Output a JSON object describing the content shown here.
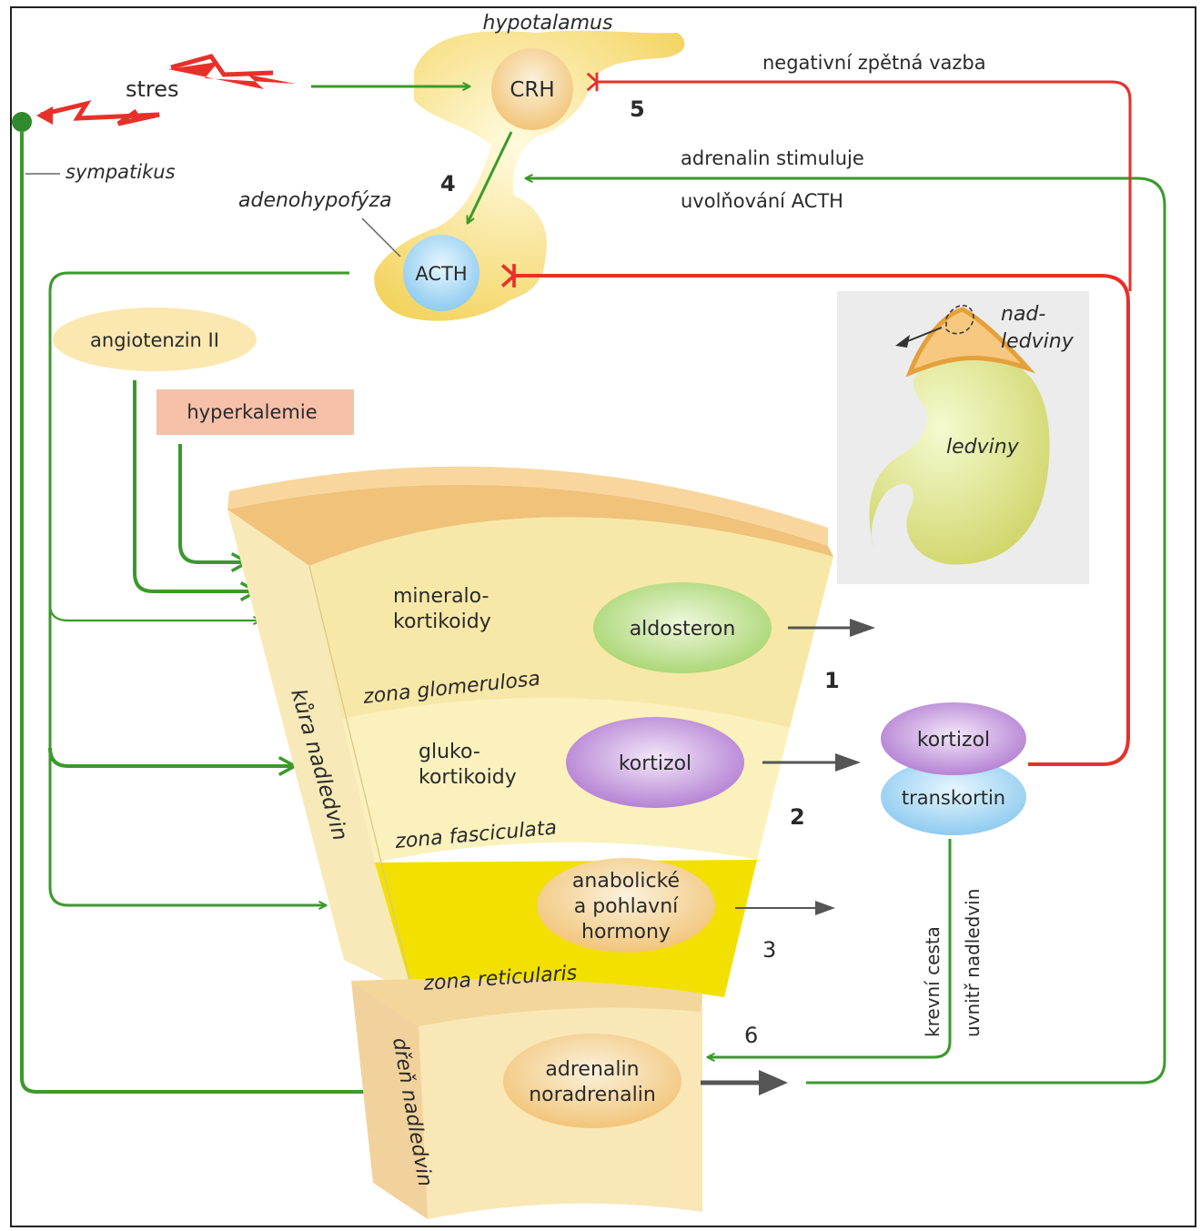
{
  "labels": {
    "hypotalamus": "hypotalamus",
    "crh": "CRH",
    "acth": "ACTH",
    "adenohypofyza": "adenohypofýza",
    "stres": "stres",
    "sympatikus": "sympatikus",
    "negativni": "negativní zpětná vazba",
    "adrenalin_line1": "adrenalin stimuluje",
    "adrenalin_line2": "uvolňování ACTH",
    "angiotenzin": "angiotenzin II",
    "hyperkalemie": "hyperkalemie",
    "nad_line1": "nad-",
    "nad_line2": "ledviny",
    "ledviny": "ledviny",
    "mineralo_line1": "mineralo-",
    "mineralo_line2": "kortikoidy",
    "aldosteron": "aldosteron",
    "zona_glomerulosa": "zona glomerulosa",
    "gluko_line1": "gluko-",
    "gluko_line2": "kortikoidy",
    "kortizol": "kortizol",
    "zona_fasciculata": "zona fasciculata",
    "anabolicke_line1": "anabolické",
    "anabolicke_line2": "a pohlavní",
    "anabolicke_line3": "hormony",
    "zona_reticularis": "zona reticularis",
    "kura": "kůra nadledvin",
    "dren": "dřeň nadledvin",
    "adrenalin_med_line1": "adrenalin",
    "adrenalin_med_line2": "noradrenalin",
    "kortizol_blood": "kortizol",
    "transkortin": "transkortin",
    "krevni": "krevní cesta",
    "uvnitr": "uvnitř nadledvin",
    "n1": "1",
    "n2": "2",
    "n3": "3",
    "n4": "4",
    "n5": "5",
    "n6": "6"
  },
  "colors": {
    "stimulation_arrow": "#3a9a2a",
    "feedback_arrow": "#e8302a",
    "output_arrow": "#555555",
    "cortex": "#f6e6a6",
    "reticularis": "#f2e000",
    "aldosteron": "#a6d46e",
    "kortizol": "#b07ad0",
    "transkortin": "#9ed6f0",
    "acth": "#8fcbf0"
  }
}
